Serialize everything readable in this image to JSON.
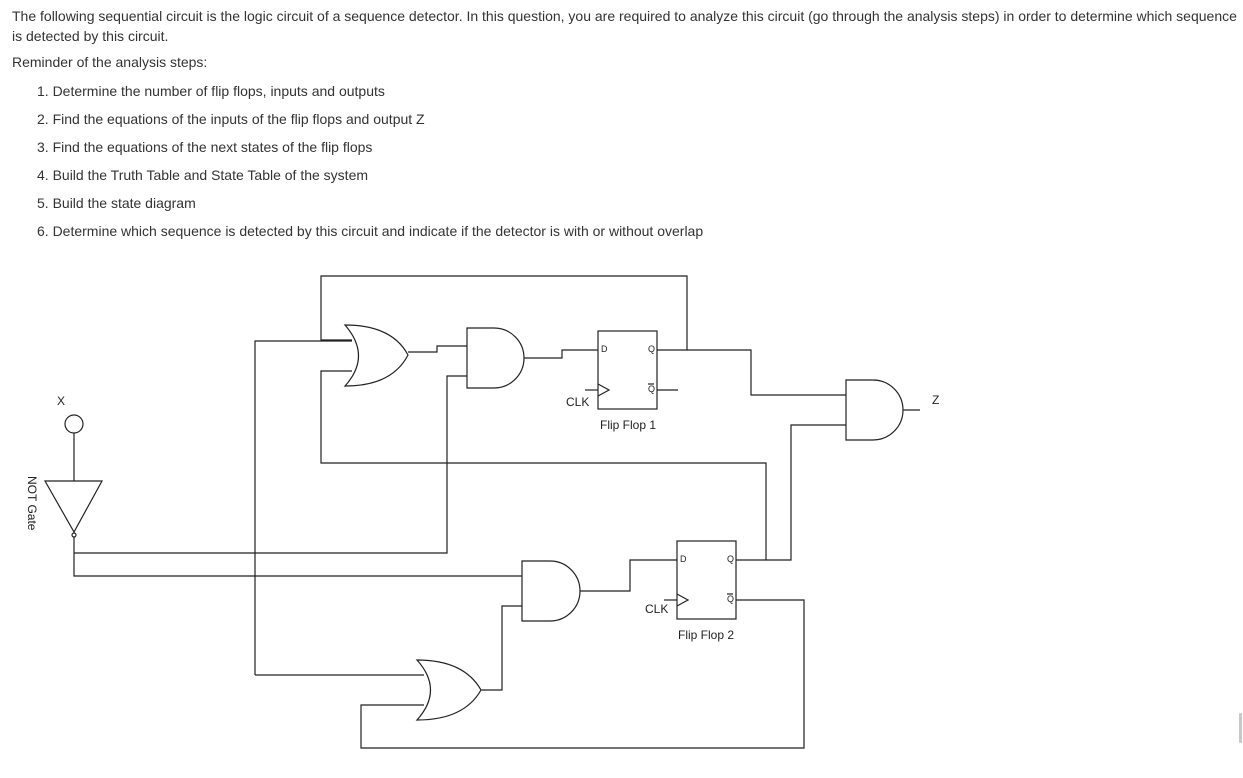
{
  "question": {
    "intro": "The following sequential circuit is the logic circuit of a sequence detector. In this question, you are required to analyze this circuit (go through the analysis steps) in order to determine which sequence is detected by this circuit.",
    "reminder": "Reminder of the analysis steps:",
    "steps": [
      "1. Determine the number of flip flops, inputs and outputs",
      "2. Find the equations of the inputs of the flip flops and output Z",
      "3. Find the equations of the next states of the flip flops",
      "4. Build the Truth Table and State Table of the system",
      "5. Build the state diagram",
      "6. Determine which sequence is detected by this circuit and indicate if the detector is with or without overlap"
    ]
  },
  "circuit": {
    "input_label": "X",
    "output_label": "Z",
    "not_gate_label": "NOT Gate",
    "ff1": {
      "label": "Flip Flop 1",
      "clk": "CLK",
      "d": "D",
      "q": "Q",
      "qbar": "Q"
    },
    "ff2": {
      "label": "Flip Flop 2",
      "clk": "CLK",
      "d": "D",
      "q": "Q",
      "qbar": "Q"
    }
  }
}
